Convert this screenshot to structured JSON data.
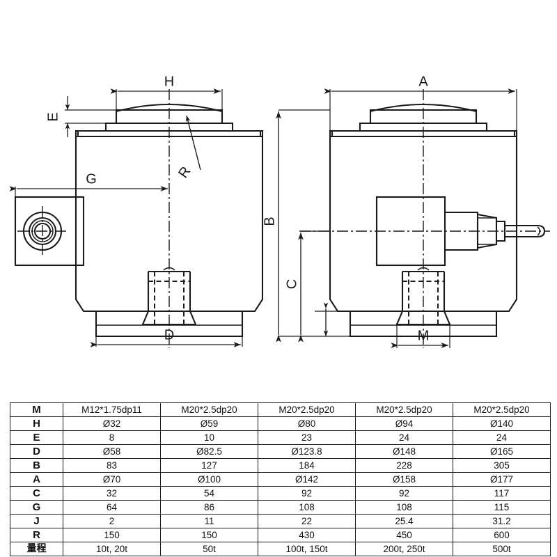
{
  "sheet": {
    "title": "Load Cell Outline Dimension Drawing",
    "line_color": "#1a1a1a",
    "background": "#ffffff"
  },
  "views": {
    "left": {
      "name": "front-view",
      "dimension_labels": {
        "H": "H",
        "E": "E",
        "G": "G",
        "R": "R",
        "D": "D"
      }
    },
    "right": {
      "name": "side-view",
      "dimension_labels": {
        "A": "A",
        "B": "B",
        "C": "C",
        "M": "M"
      }
    }
  },
  "spec_table": {
    "row_labels": [
      "M",
      "H",
      "E",
      "D",
      "B",
      "A",
      "C",
      "G",
      "J",
      "R",
      "量程"
    ],
    "rows": [
      {
        "label": "M",
        "values": [
          "M12*1.75dp11",
          "M20*2.5dp20",
          "M20*2.5dp20",
          "M20*2.5dp20",
          "M20*2.5dp20"
        ]
      },
      {
        "label": "H",
        "values": [
          "Ø32",
          "Ø59",
          "Ø80",
          "Ø94",
          "Ø140"
        ]
      },
      {
        "label": "E",
        "values": [
          "8",
          "10",
          "23",
          "24",
          "24"
        ]
      },
      {
        "label": "D",
        "values": [
          "Ø58",
          "Ø82.5",
          "Ø123.8",
          "Ø148",
          "Ø165"
        ]
      },
      {
        "label": "B",
        "values": [
          "83",
          "127",
          "184",
          "228",
          "305"
        ]
      },
      {
        "label": "A",
        "values": [
          "Ø70",
          "Ø100",
          "Ø142",
          "Ø158",
          "Ø177"
        ]
      },
      {
        "label": "C",
        "values": [
          "32",
          "54",
          "92",
          "92",
          "117"
        ]
      },
      {
        "label": "G",
        "values": [
          "64",
          "86",
          "108",
          "108",
          "115"
        ]
      },
      {
        "label": "J",
        "values": [
          "2",
          "11",
          "22",
          "25.4",
          "31.2"
        ]
      },
      {
        "label": "R",
        "values": [
          "150",
          "150",
          "430",
          "450",
          "600"
        ]
      },
      {
        "label": "量程",
        "values": [
          "10t, 20t",
          "50t",
          "100t, 150t",
          "200t, 250t",
          "500t"
        ]
      }
    ]
  }
}
